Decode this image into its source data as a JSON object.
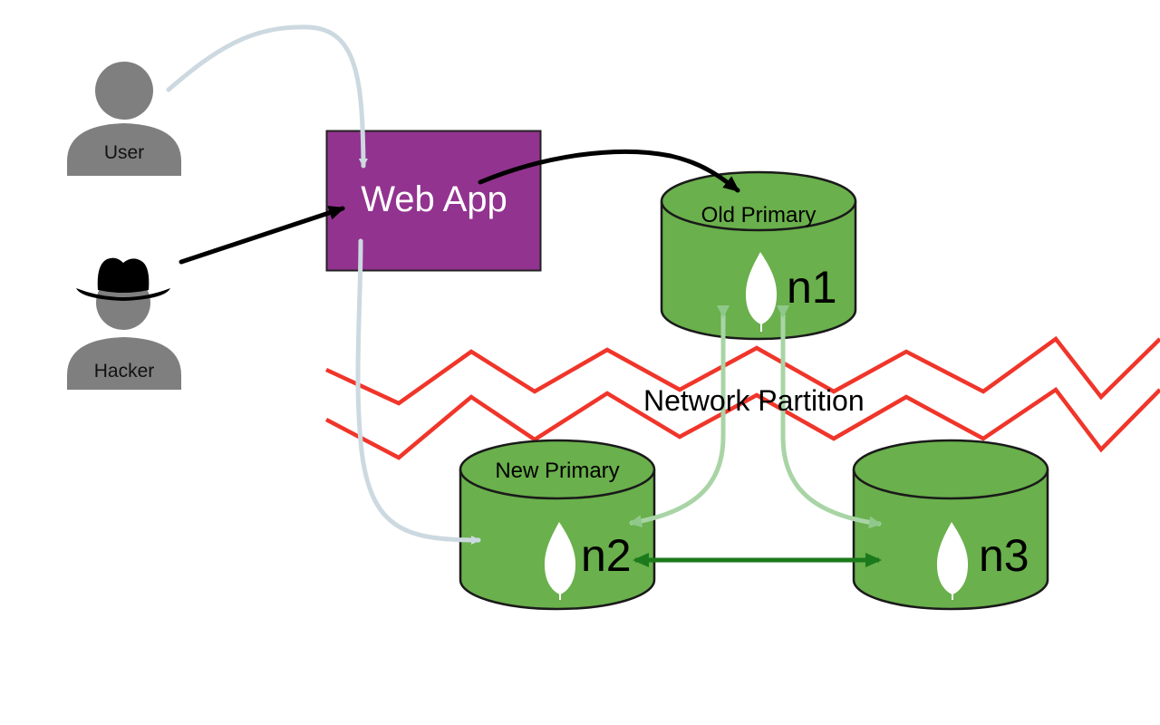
{
  "actors": {
    "user": {
      "label": "User",
      "icon": "user-icon"
    },
    "hacker": {
      "label": "Hacker",
      "icon": "hacker-icon"
    }
  },
  "webapp": {
    "label": "Web App"
  },
  "databases": {
    "old_primary": {
      "title": "Old Primary",
      "node": "n1",
      "icon": "mongodb-leaf-icon"
    },
    "new_primary": {
      "title": "New Primary",
      "node": "n2",
      "icon": "mongodb-leaf-icon"
    },
    "n3": {
      "title": "",
      "node": "n3",
      "icon": "mongodb-leaf-icon"
    }
  },
  "partition": {
    "label": "Network Partition"
  },
  "colors": {
    "actor_gray": "#7f7f7f",
    "webapp_purple": "#92338f",
    "db_green": "#6ab04c",
    "db_outline": "#1a1a1a",
    "partition_red": "#f0352a",
    "arrow_user": "#cdd9e0",
    "arrow_black": "#000000",
    "replica_light": "#a9d4a6",
    "replica_dark": "#1b7a1b"
  }
}
